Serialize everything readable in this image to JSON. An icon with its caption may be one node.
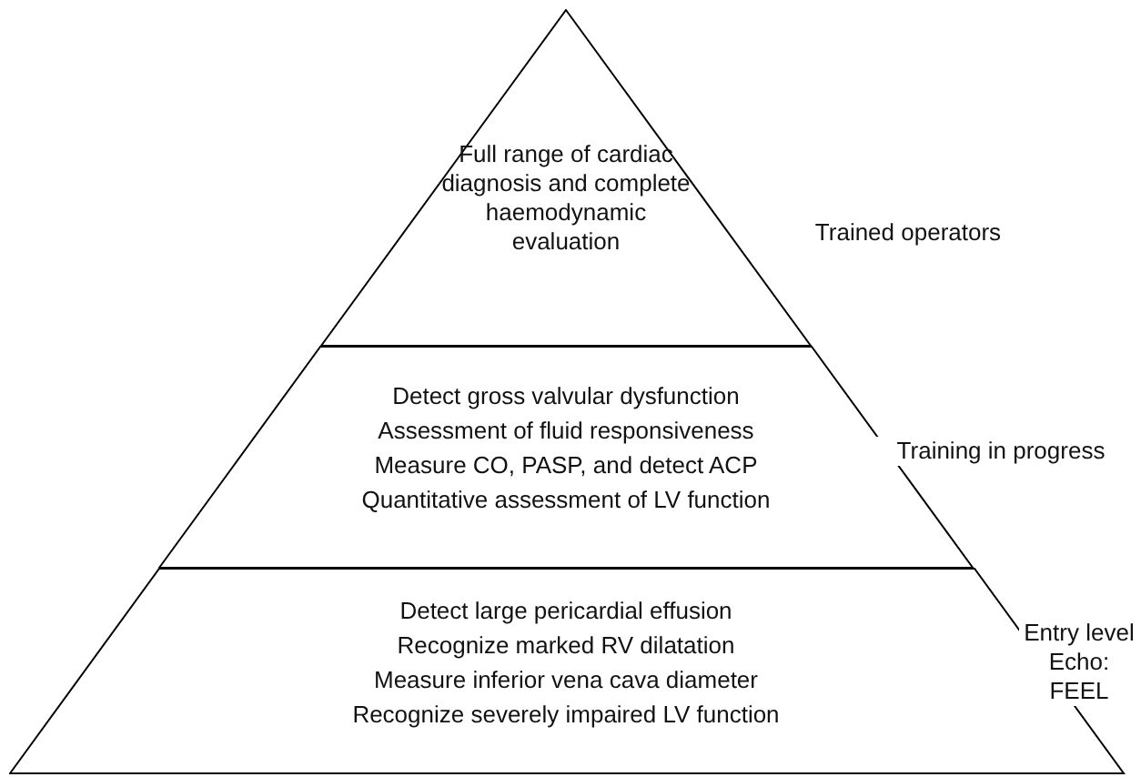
{
  "diagram": {
    "nodes": [
      {
        "text": [
          "Full range of cardiac diagnosis and complete haemodynamic evaluation"
        ],
        "beside": [
          "Trained operators"
        ]
      },
      {
        "text": [
          "Detect gross valvular dysfunction",
          "Assessment of fluid responsiveness",
          "Measure CO, PASP, and detect ACP",
          "Quantitative assessment of LV function"
        ],
        "beside": [
          "Training in progress"
        ]
      },
      {
        "text": [
          "Detect large pericardial effusion",
          "Recognize marked RV dilatation",
          "Measure inferior vena cava diameter",
          "Recognize severely impaired LV function"
        ],
        "beside": [
          "Entry level Echo: FEEL"
        ]
      }
    ]
  }
}
